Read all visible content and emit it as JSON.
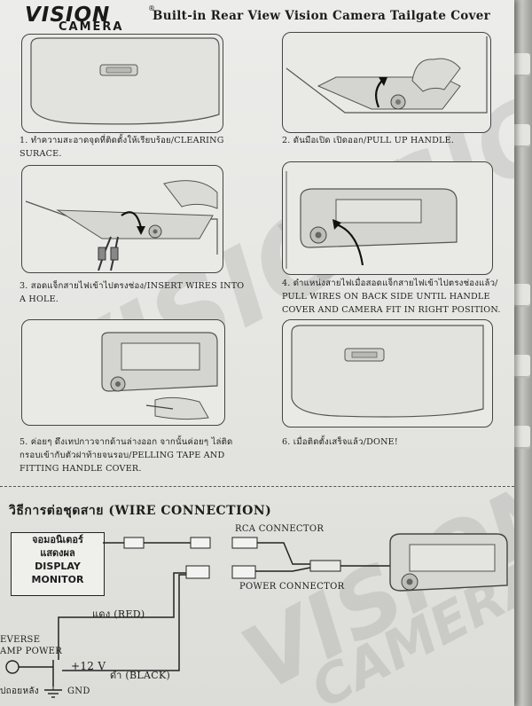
{
  "header": {
    "logo_top": "VISION",
    "logo_bottom": "CAMERA",
    "logo_reg": "®",
    "title": "Built-in Rear View Vision Camera Tailgate Cover"
  },
  "steps": [
    {
      "lines": [
        "1.  ทำความสะอาดจุดที่ติดตั้งให้เรียบร้อย/CLEARING",
        "     SURACE."
      ]
    },
    {
      "lines": [
        "2.  ดันมือเปิด เปิดออก/PULL UP HANDLE."
      ]
    },
    {
      "lines": [
        "3.  สอดแจ็กสายไฟเข้าไปตรงช่อง/INSERT WIRES INTO",
        "     A HOLE."
      ]
    },
    {
      "lines": [
        "4.  ดำแหน่งสายไฟเมื่อสอดแจ็กสายไฟเข้าไปตรงช่องแล้ว/",
        "     PULL WIRES ON BACK SIDE UNTIL HANDLE",
        "     COVER AND CAMERA FIT IN RIGHT POSITION."
      ]
    },
    {
      "lines": [
        "5.  ค่อยๆ ดึงเทปกาวจากด้านล่างออก จากนั้นค่อยๆ ไล่ติด",
        "     กรอบเข้ากับตัวฝาท้ายจนรอบ/PELLING TAPE AND",
        "     FITTING HANDLE COVER."
      ]
    },
    {
      "lines": [
        "6.  เมื่อติดตั้งเสร็จแล้ว/DONE!"
      ]
    }
  ],
  "wiring": {
    "title": "วิธีการต่อชุดสาย (WIRE CONNECTION)",
    "monitor_lines": [
      "จอมอนิเตอร์",
      "แสดงผล",
      "DISPLAY",
      "MONITOR"
    ],
    "rca_label": "RCA CONNECTOR",
    "power_label": "POWER CONNECTOR",
    "red_label": "แดง (RED)",
    "reverse_line1": "EVERSE",
    "reverse_line2": "AMP POWER",
    "plus12": "+12 V",
    "black_label": "ดำ (BLACK)",
    "rear_label": "ปถอยหลัง",
    "gnd_label": "GND"
  },
  "watermark": {
    "big": "VISION",
    "small": "CAMERA"
  }
}
